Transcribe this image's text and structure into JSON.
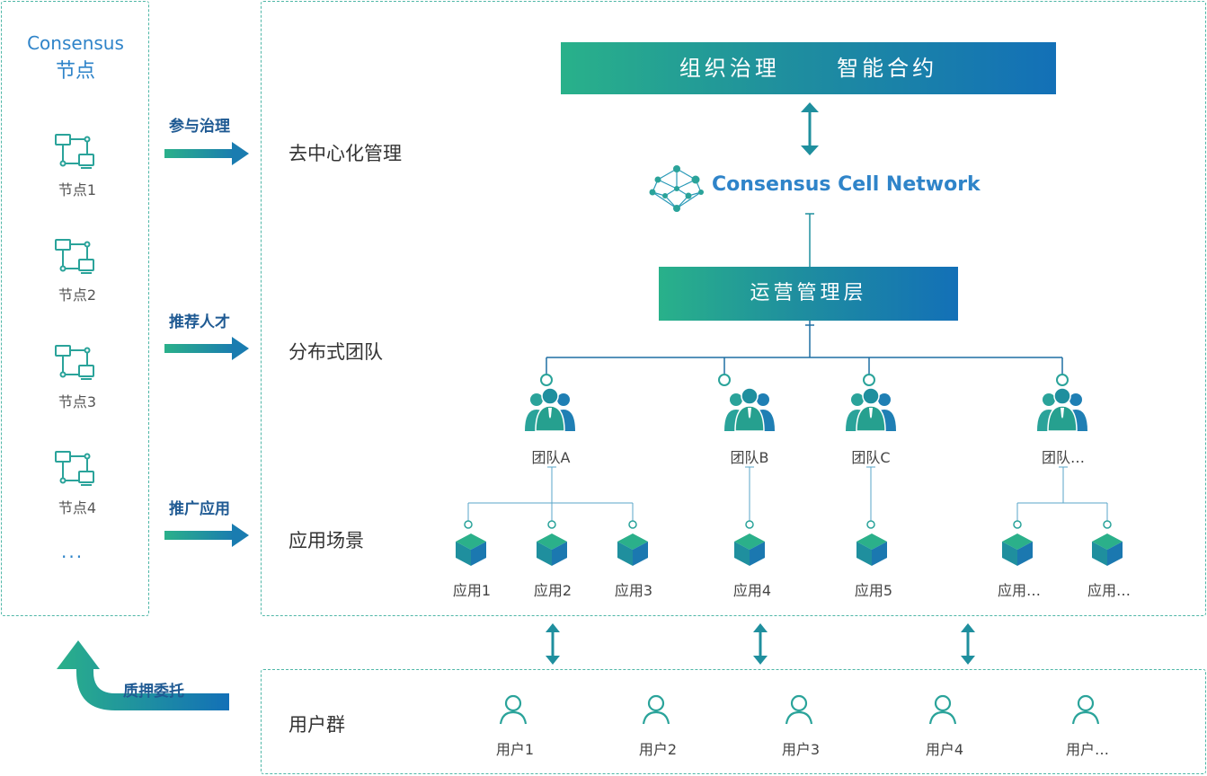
{
  "sidebar": {
    "title_line1": "Consensus",
    "title_line2": "节点",
    "nodes": [
      "节点1",
      "节点2",
      "节点3",
      "节点4"
    ],
    "more": "···"
  },
  "actions": {
    "governance": "参与治理",
    "recommend": "推荐人才",
    "promote": "推广应用",
    "stake": "质押委托"
  },
  "rows": {
    "decentralized": "去中心化管理",
    "distributed": "分布式团队",
    "scenarios": "应用场景",
    "users": "用户群"
  },
  "top_bar": {
    "part1": "组织治理",
    "part2": "智能合约"
  },
  "network": "Consensus Cell Network",
  "ops_layer": "运营管理层",
  "teams": [
    "团队A",
    "团队B",
    "团队C",
    "团队…"
  ],
  "apps": [
    "应用1",
    "应用2",
    "应用3",
    "应用4",
    "应用5",
    "应用…",
    "应用…"
  ],
  "users": [
    "用户1",
    "用户2",
    "用户3",
    "用户4",
    "用户…"
  ],
  "colors": {
    "teal": "#2aa39a",
    "blue": "#2f84c9",
    "dark_blue": "#1f5a93",
    "gradient_start": "#29b18a",
    "gradient_end": "#1370b7",
    "dashed_border": "#4fb7a7"
  }
}
